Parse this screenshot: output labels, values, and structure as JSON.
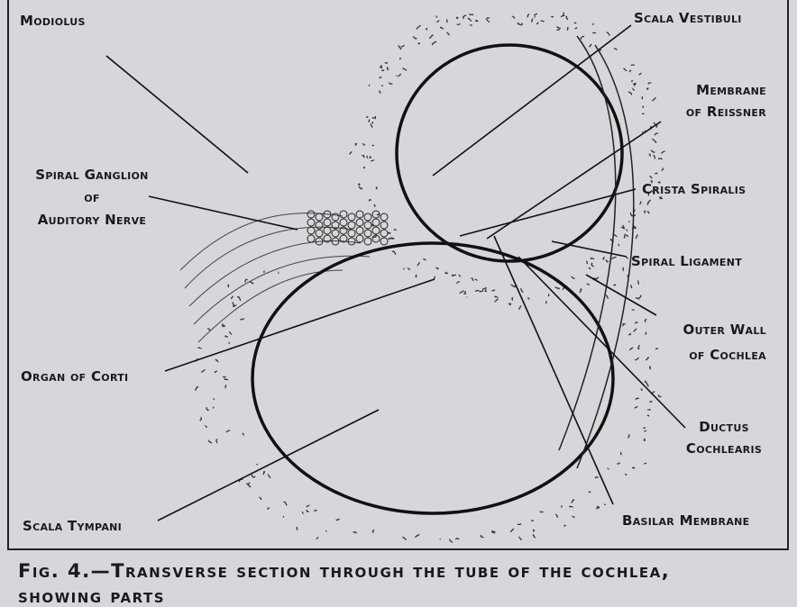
{
  "figure": {
    "labels": {
      "modiolus": "Modiolus",
      "scala_vestibuli": "Scala Vestibuli",
      "membrane_of_reissner": [
        "Membrane",
        "of Reissner"
      ],
      "spiral_ganglion": [
        "Spiral Ganglion",
        "of",
        "Auditory Nerve"
      ],
      "crista_spiralis": "Crista Spiralis",
      "spiral_ligament": "Spiral Ligament",
      "outer_wall": [
        "Outer Wall",
        "of Cochlea"
      ],
      "organ_of_corti": "Organ of Corti",
      "ductus_cochlearis": [
        "Ductus",
        "Cochlearis"
      ],
      "scala_tympani": "Scala Tympani",
      "basilar_membrane": "Basilar Membrane"
    },
    "caption": [
      "Fig. 4.—Transverse section through the tube of the cochlea,",
      "showing parts"
    ]
  }
}
